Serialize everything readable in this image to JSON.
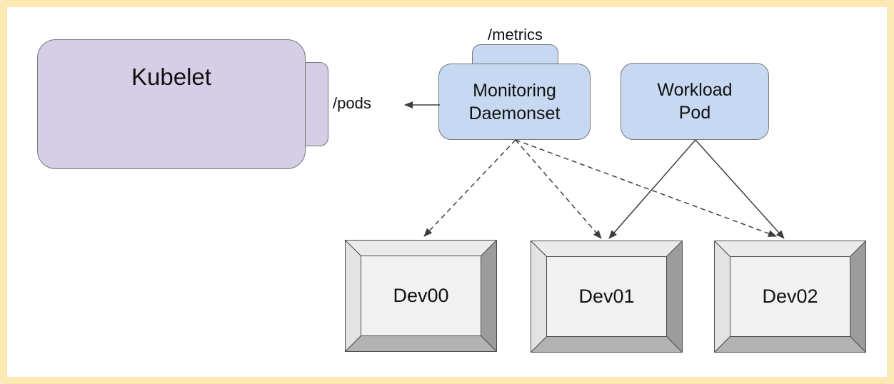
{
  "diagram": {
    "title_hint": "Kubernetes device monitoring diagram",
    "colors": {
      "frame": "#fbe8b4",
      "canvas": "#ffffff",
      "kubelet_fill": "#d5cee6",
      "pod_fill": "#c7d9f2",
      "device_face": "#f1f1f1",
      "edge_line": "#3f3f3f"
    },
    "nodes": {
      "kubelet": {
        "label": "Kubelet",
        "endpoint": "/pods"
      },
      "monitoring": {
        "label": "Monitoring Daemonset",
        "endpoint": "/metrics"
      },
      "workload": {
        "label": "Workload Pod"
      },
      "devices": [
        {
          "label": "Dev00"
        },
        {
          "label": "Dev01"
        },
        {
          "label": "Dev02"
        }
      ]
    },
    "edges": [
      {
        "from": "monitoring-daemonset",
        "to": "kubelet-/pods",
        "style": "solid-arrow"
      },
      {
        "from": "monitoring-daemonset",
        "to": "dev00",
        "style": "dashed-arrow"
      },
      {
        "from": "monitoring-daemonset",
        "to": "dev01",
        "style": "dashed-arrow"
      },
      {
        "from": "monitoring-daemonset",
        "to": "dev02",
        "style": "dashed-arrow"
      },
      {
        "from": "workload-pod",
        "to": "dev01",
        "style": "solid-arrow"
      },
      {
        "from": "workload-pod",
        "to": "dev02",
        "style": "solid-arrow"
      }
    ]
  }
}
